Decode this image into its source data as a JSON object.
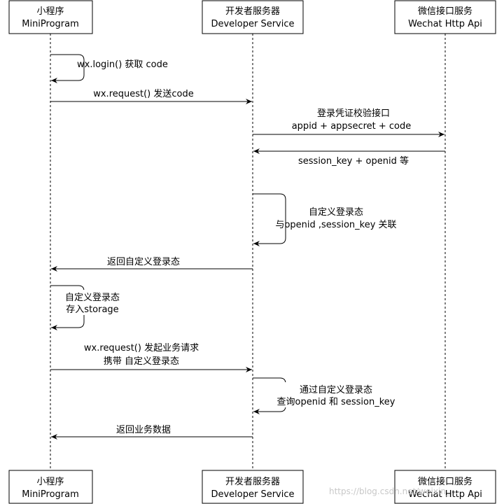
{
  "participants": [
    {
      "name": "小程序",
      "name_en": "MiniProgram"
    },
    {
      "name": "开发者服务器",
      "name_en": "Developer Service"
    },
    {
      "name": "微信接口服务",
      "name_en": "Wechat Http Api"
    }
  ],
  "messages": [
    {
      "from": 0,
      "to": 0,
      "lines": [
        "wx.login() 获取 code"
      ]
    },
    {
      "from": 0,
      "to": 1,
      "lines": [
        "wx.request() 发送code"
      ]
    },
    {
      "from": 1,
      "to": 2,
      "lines": [
        "登录凭证校验接口",
        "appid + appsecret + code"
      ]
    },
    {
      "from": 2,
      "to": 1,
      "lines": [
        "session_key + openid 等"
      ]
    },
    {
      "from": 1,
      "to": 1,
      "lines": [
        "自定义登录态",
        "与openid ,session_key 关联"
      ]
    },
    {
      "from": 1,
      "to": 0,
      "lines": [
        "返回自定义登录态"
      ]
    },
    {
      "from": 0,
      "to": 0,
      "lines": [
        "自定义登录态",
        "存入storage"
      ]
    },
    {
      "from": 0,
      "to": 1,
      "lines": [
        "wx.request() 发起业务请求",
        "携带 自定义登录态"
      ]
    },
    {
      "from": 1,
      "to": 1,
      "lines": [
        "通过自定义登录态",
        "查询openid 和 session_key"
      ]
    },
    {
      "from": 1,
      "to": 0,
      "lines": [
        "返回业务数据"
      ]
    }
  ],
  "watermark": "https://blog.csdn.net/weixin_..."
}
